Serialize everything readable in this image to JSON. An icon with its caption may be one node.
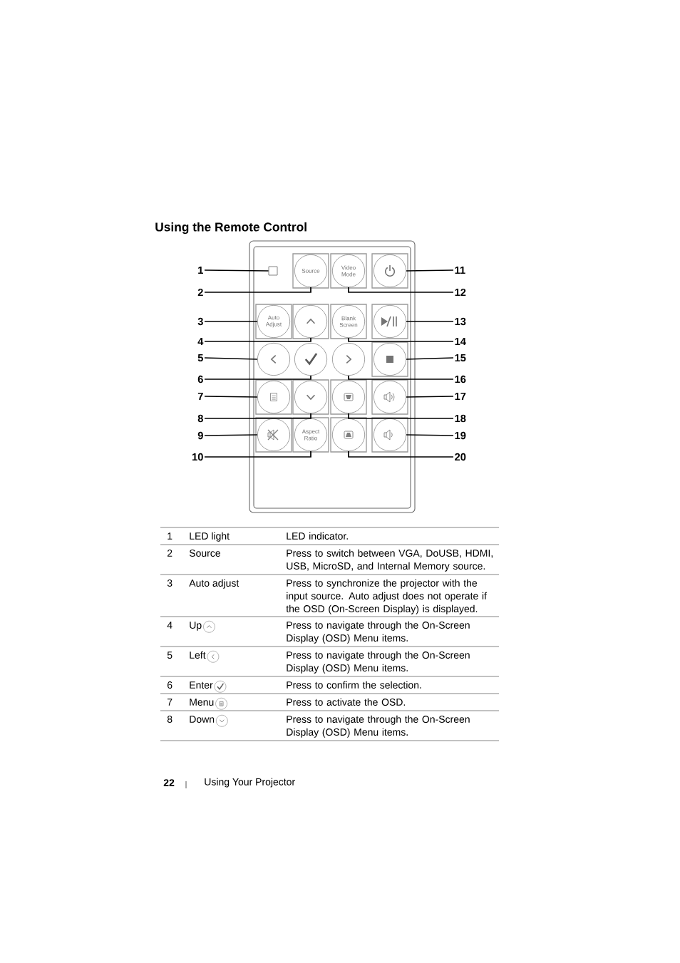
{
  "diagram": {
    "title": "Using the Remote Control",
    "nodes": [
      {
        "text": [
          "1"
        ]
      },
      {
        "text": [
          "2"
        ]
      },
      {
        "text": [
          "3"
        ]
      },
      {
        "text": [
          "4"
        ]
      },
      {
        "text": [
          "5"
        ]
      },
      {
        "text": [
          "6"
        ]
      },
      {
        "text": [
          "7"
        ]
      },
      {
        "text": [
          "8"
        ]
      },
      {
        "text": [
          "9"
        ]
      },
      {
        "text": [
          "10"
        ]
      },
      {
        "text": [
          "11"
        ]
      },
      {
        "text": [
          "12"
        ]
      },
      {
        "text": [
          "13"
        ]
      },
      {
        "text": [
          "14"
        ]
      },
      {
        "text": [
          "15"
        ]
      },
      {
        "text": [
          "16"
        ]
      },
      {
        "text": [
          "17"
        ]
      },
      {
        "text": [
          "18"
        ]
      },
      {
        "text": [
          "19"
        ]
      },
      {
        "text": [
          "20"
        ]
      },
      {
        "text": [],
        "shape": "box"
      },
      {
        "text": [
          "Source"
        ]
      },
      {
        "text": [
          "Auto Adjust"
        ]
      },
      {
        "text": [],
        "shape": "circle"
      },
      {
        "text": [],
        "shape": "circle"
      },
      {
        "text": [],
        "shape": "circle"
      },
      {
        "text": [],
        "shape": "circle"
      },
      {
        "text": [],
        "shape": "circle"
      },
      {
        "text": [],
        "shape": "circle"
      },
      {
        "text": [
          "Aspect Ratio"
        ]
      },
      {
        "text": [],
        "shape": "circle"
      },
      {
        "text": [
          "Video Mode"
        ]
      },
      {
        "text": [],
        "shape": "circle"
      },
      {
        "text": [
          "Blank Screen"
        ]
      },
      {
        "text": [],
        "shape": "circle"
      },
      {
        "text": [],
        "shape": "circle"
      },
      {
        "text": [],
        "shape": "circle"
      },
      {
        "text": [],
        "shape": "circle"
      },
      {
        "text": [],
        "shape": "circle"
      },
      {
        "text": [],
        "shape": "circle"
      }
    ],
    "edges": [
      {
        "from": 0,
        "to": 20,
        "arrow": "none"
      },
      {
        "from": 1,
        "to": 21,
        "arrow": "none"
      },
      {
        "from": 2,
        "to": 22,
        "arrow": "none"
      },
      {
        "from": 3,
        "to": 23,
        "arrow": "none"
      },
      {
        "from": 4,
        "to": 24,
        "arrow": "none"
      },
      {
        "from": 5,
        "to": 25,
        "arrow": "none"
      },
      {
        "from": 6,
        "to": 26,
        "arrow": "none"
      },
      {
        "from": 7,
        "to": 27,
        "arrow": "none"
      },
      {
        "from": 8,
        "to": 28,
        "arrow": "none"
      },
      {
        "from": 9,
        "to": 29,
        "arrow": "none"
      },
      {
        "from": 10,
        "to": 30,
        "arrow": "none"
      },
      {
        "from": 11,
        "to": 31,
        "arrow": "none"
      },
      {
        "from": 12,
        "to": 32,
        "arrow": "none"
      },
      {
        "from": 13,
        "to": 33,
        "arrow": "none"
      },
      {
        "from": 14,
        "to": 34,
        "arrow": "none"
      },
      {
        "from": 15,
        "to": 35,
        "arrow": "none"
      },
      {
        "from": 16,
        "to": 36,
        "arrow": "none"
      },
      {
        "from": 17,
        "to": 37,
        "arrow": "none"
      },
      {
        "from": 18,
        "to": 38,
        "arrow": "none"
      },
      {
        "from": 19,
        "to": 39,
        "arrow": "none"
      }
    ],
    "labels": [
      "1",
      "LED light",
      "LED indicator.",
      "2",
      "Source",
      "Press to switch between VGA, DoUSB, HDMI, USB, MicroSD, and Internal Memory source.",
      "3",
      "Auto adjust",
      "Press to synchronize the projector with the input source. Auto adjust does not operate if the OSD (On-Screen Display) is displayed.",
      "4",
      "Up",
      "Press to navigate through the On-Screen Display (OSD) Menu items.",
      "5",
      "Left",
      "Press to navigate through the On-Screen Display (OSD) Menu items.",
      "6",
      "Enter",
      "Press to confirm the selection.",
      "7",
      "Menu",
      "Press to activate the OSD.",
      "8",
      "Down",
      "Press to navigate through the On-Screen Display (OSD) Menu items.",
      "22",
      "Using Your Projector"
    ]
  }
}
